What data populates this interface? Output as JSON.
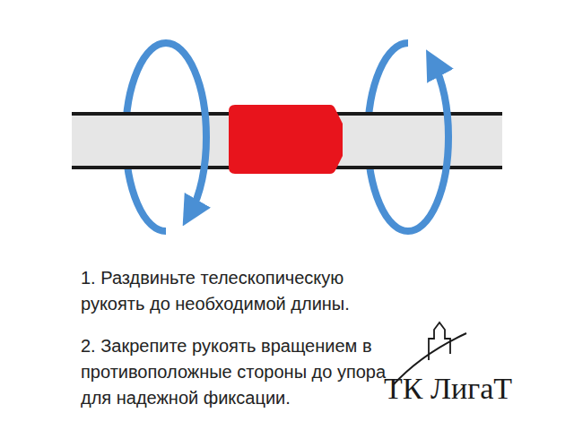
{
  "diagram": {
    "labels": [
      "1. Раздвиньте телескопическую рукоять до необходимой длины.",
      "2. Закрепите рукоять вращением в противоположные стороны до упора для надежной фиксации.",
      "ТК ЛигаТ"
    ]
  }
}
